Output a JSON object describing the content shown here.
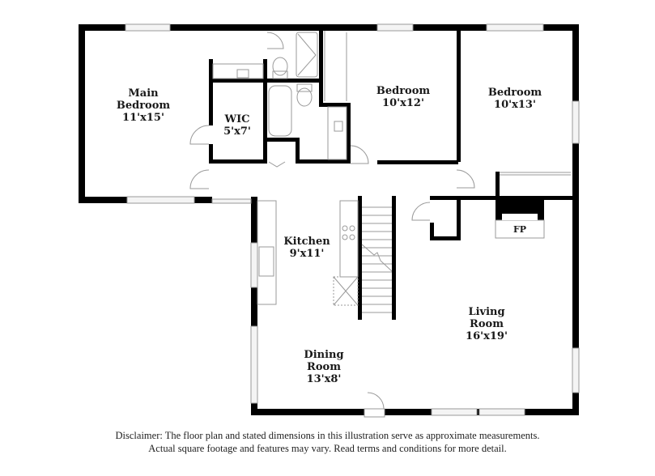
{
  "floor_plan": {
    "rooms": [
      {
        "id": "main-bedroom",
        "name_lines": [
          "Main",
          "Bedroom"
        ],
        "dimensions": "11'x15'"
      },
      {
        "id": "wic",
        "name_lines": [
          "WIC"
        ],
        "dimensions": "5'x7'"
      },
      {
        "id": "bedroom-2",
        "name_lines": [
          "Bedroom"
        ],
        "dimensions": "10'x12'"
      },
      {
        "id": "bedroom-3",
        "name_lines": [
          "Bedroom"
        ],
        "dimensions": "10'x13'"
      },
      {
        "id": "kitchen",
        "name_lines": [
          "Kitchen"
        ],
        "dimensions": "9'x11'"
      },
      {
        "id": "living-room",
        "name_lines": [
          "Living",
          "Room"
        ],
        "dimensions": "16'x19'"
      },
      {
        "id": "dining-room",
        "name_lines": [
          "Dining",
          "Room"
        ],
        "dimensions": "13'x8'"
      }
    ],
    "fixtures": {
      "fireplace_label": "FP"
    },
    "colors": {
      "wall": "#000000",
      "fixture_line": "#9a9a9a",
      "window_fill": "#f2f2f2",
      "background": "#ffffff"
    }
  },
  "disclaimer": {
    "line1": "Disclaimer: The floor plan and stated dimensions in this illustration serve as approximate measurements.",
    "line2": "Actual square footage and features may vary. Read terms and conditions for more detail."
  }
}
